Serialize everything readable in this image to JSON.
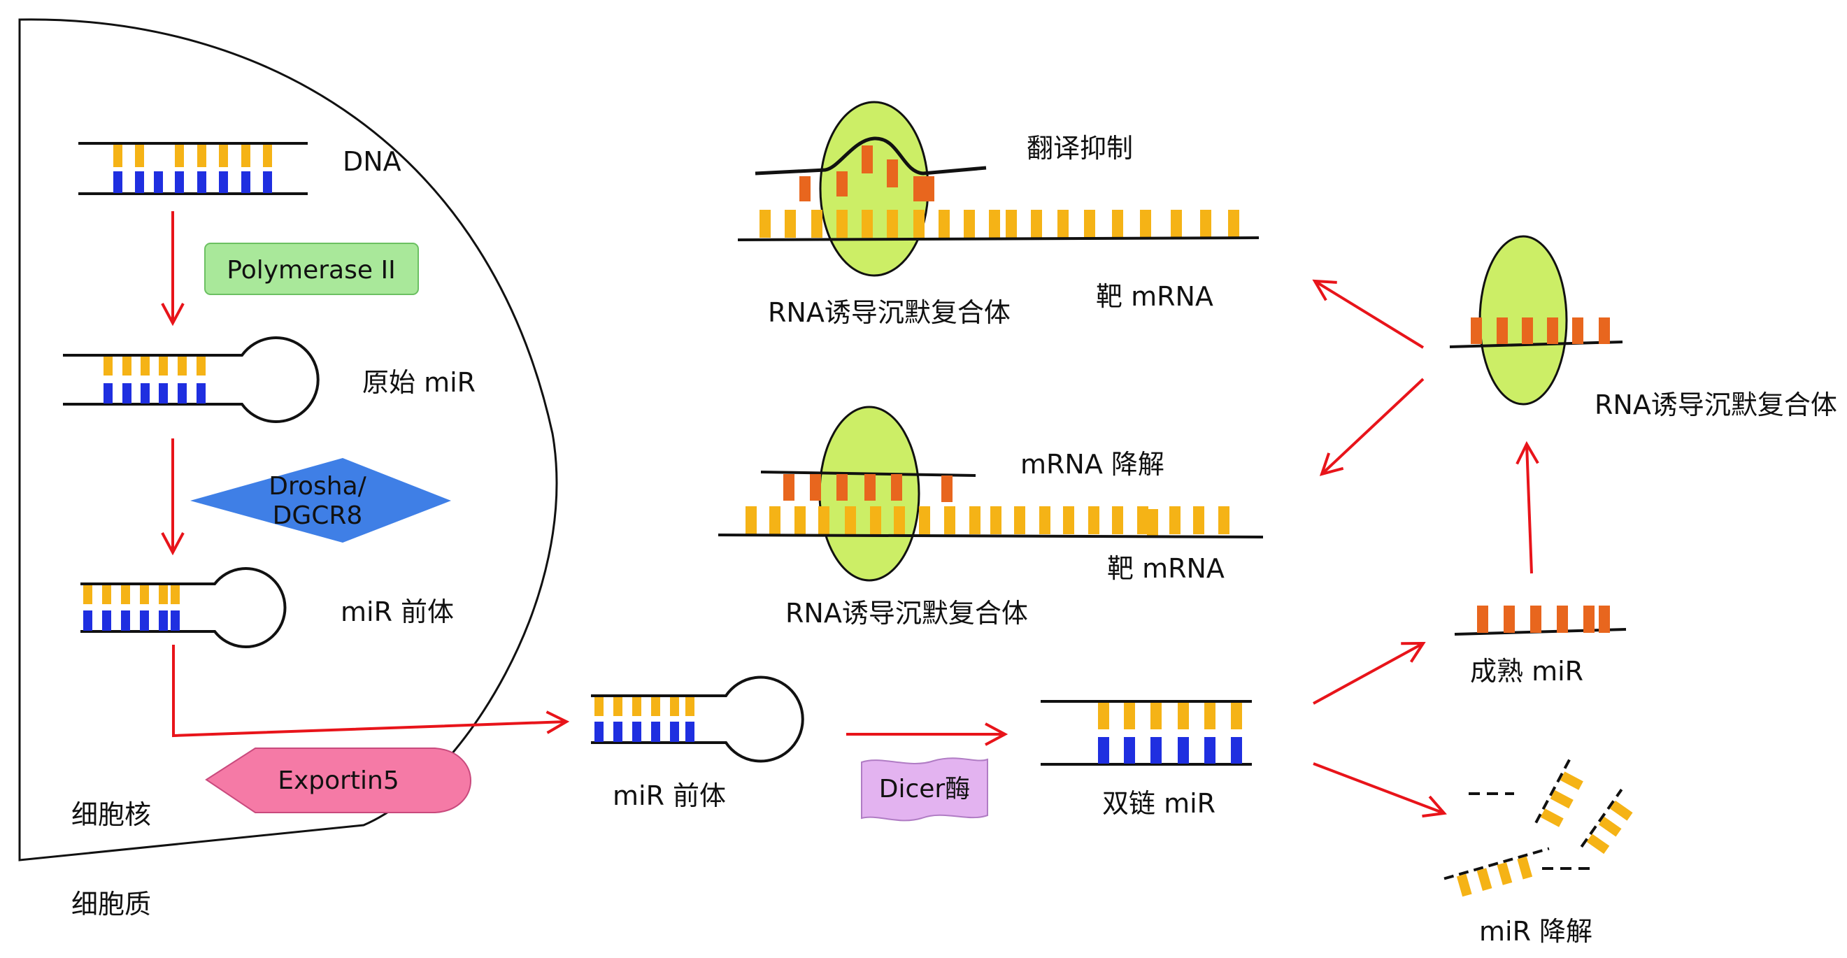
{
  "labels": {
    "dna": "DNA",
    "polymerase": "Polymerase II",
    "pri_mir": "原始 miR",
    "drosha_line1": "Drosha/",
    "drosha_line2": "DGCR8",
    "pre_mir_nucleus": "miR 前体",
    "exportin": "Exportin5",
    "nucleus": "细胞核",
    "cytoplasm": "细胞质",
    "pre_mir_cytoplasm": "miR 前体",
    "dicer": "Dicer酶",
    "duplex": "双链 miR",
    "mature": "成熟 miR",
    "mir_degradation": "miR 降解",
    "risc_right": "RNA诱导沉默复合体",
    "translation_repression": "翻译抑制",
    "risc_top": "RNA诱导沉默复合体",
    "target_top": "靶 mRNA",
    "mrna_degradation": "mRNA 降解",
    "target_mid": "靶 mRNA",
    "risc_mid": "RNA诱导沉默复合体"
  },
  "colors": {
    "yellow_base": "#f5b316",
    "blue_base": "#1f2fe0",
    "orange_base": "#e8661e",
    "arrow": "#e8141a",
    "risc_fill": "#ccee66",
    "polymerase_fill": "#a9e89a",
    "drosha_fill": "#3f7fe6",
    "exportin_fill": "#f57aa6",
    "dicer_fill": "#e3b3f0"
  }
}
